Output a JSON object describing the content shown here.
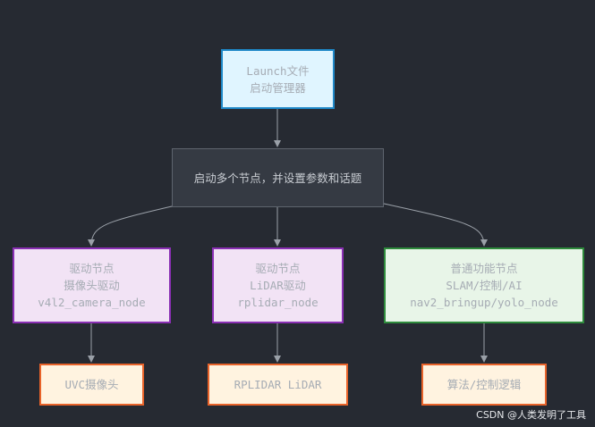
{
  "diagram": {
    "nodes": {
      "launch": {
        "lines": [
          "Launch文件",
          "启动管理器"
        ]
      },
      "start": {
        "lines": [
          "启动多个节点，并设置参数和话题"
        ]
      },
      "camera": {
        "lines": [
          "驱动节点",
          "摄像头驱动",
          "v4l2_camera_node"
        ]
      },
      "lidar": {
        "lines": [
          "驱动节点",
          "LiDAR驱动",
          "rplidar_node"
        ]
      },
      "normal": {
        "lines": [
          "普通功能节点",
          "SLAM/控制/AI",
          "nav2_bringup/yolo_node"
        ]
      },
      "uvc": {
        "lines": [
          "UVC摄像头"
        ]
      },
      "rplidar": {
        "lines": [
          "RPLIDAR LiDAR"
        ]
      },
      "algo": {
        "lines": [
          "算法/控制逻辑"
        ]
      }
    },
    "edges": [
      {
        "from": "launch",
        "to": "start"
      },
      {
        "from": "start",
        "to": "camera"
      },
      {
        "from": "start",
        "to": "lidar"
      },
      {
        "from": "start",
        "to": "normal"
      },
      {
        "from": "camera",
        "to": "uvc"
      },
      {
        "from": "lidar",
        "to": "rplidar"
      },
      {
        "from": "normal",
        "to": "algo"
      }
    ],
    "colors": {
      "background": "#262a32",
      "edge": "#9aa0a8",
      "launch_fill": "#e0f5ff",
      "launch_border": "#1e88c8",
      "driver_fill": "#f2e3f5",
      "driver_border": "#8a2fb4",
      "function_fill": "#e8f5e8",
      "function_border": "#2e8b3c",
      "hardware_fill": "#fff3e0",
      "hardware_border": "#e8632a"
    }
  },
  "watermark": "CSDN @人类发明了工具"
}
